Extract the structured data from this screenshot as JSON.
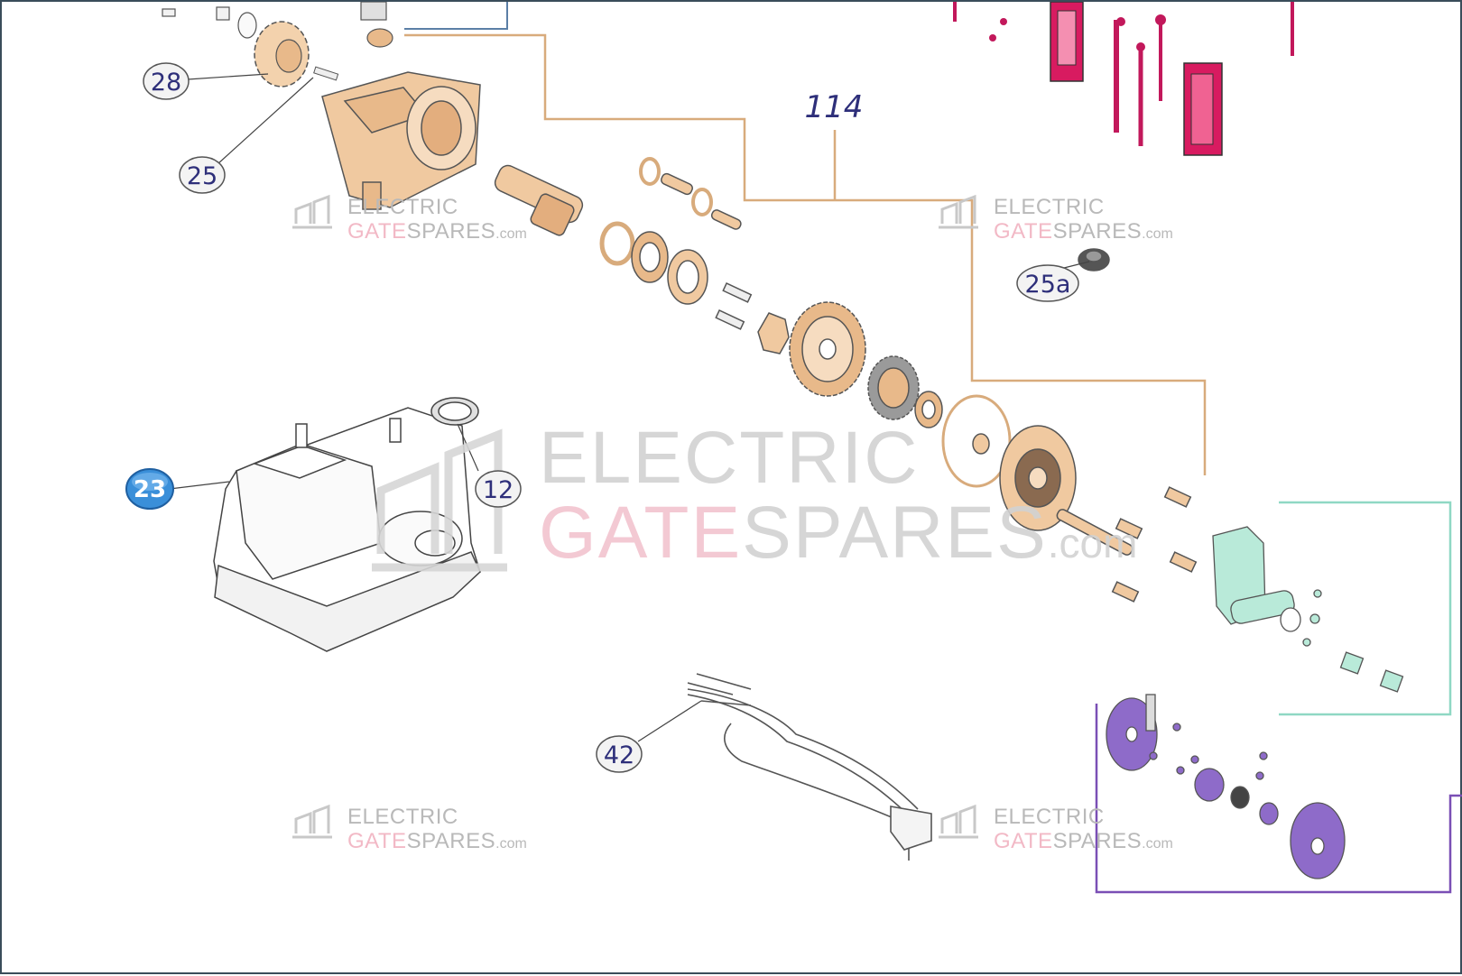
{
  "diagram": {
    "callouts": [
      {
        "id": "c28",
        "label": "28"
      },
      {
        "id": "c25",
        "label": "25"
      },
      {
        "id": "c25a",
        "label": "25a"
      },
      {
        "id": "c23",
        "label": "23"
      },
      {
        "id": "c12",
        "label": "12"
      },
      {
        "id": "c42",
        "label": "42"
      }
    ],
    "assembly_label": "114"
  },
  "watermark": {
    "line1": "ELECTRIC",
    "line2_part1": "GATE",
    "line2_part2": "SPARES",
    "suffix": ".com"
  },
  "colors": {
    "frame": "#3a4d5a",
    "bracket_tan": "#d8ab7c",
    "bracket_teal": "#8fd8c4",
    "bracket_purple": "#7a4fb5",
    "bracket_pink": "#c2185b",
    "callout_text": "#2e2f7a",
    "highlight_callout": "#3a8fd9",
    "watermark_gray": "#c8c8c8",
    "watermark_pink": "#f2b9c6"
  }
}
